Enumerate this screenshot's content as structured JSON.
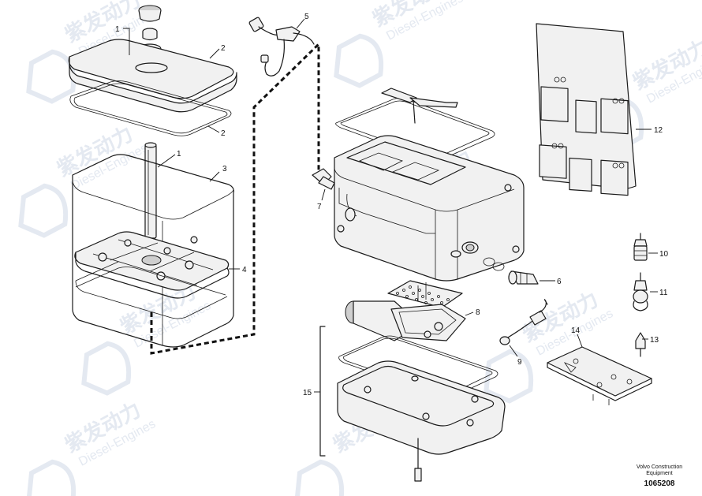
{
  "watermark": {
    "brand_cn": "紫发动力",
    "brand_en": "Diesel-Engines"
  },
  "callouts": [
    "1",
    "2",
    "2",
    "1",
    "3",
    "4",
    "5",
    "6",
    "7",
    "8",
    "9",
    "10",
    "11",
    "12",
    "13",
    "14",
    "15"
  ],
  "footer": {
    "company_line1": "Volvo Construction",
    "company_line2": "Equipment",
    "drawing_number": "1065208"
  }
}
